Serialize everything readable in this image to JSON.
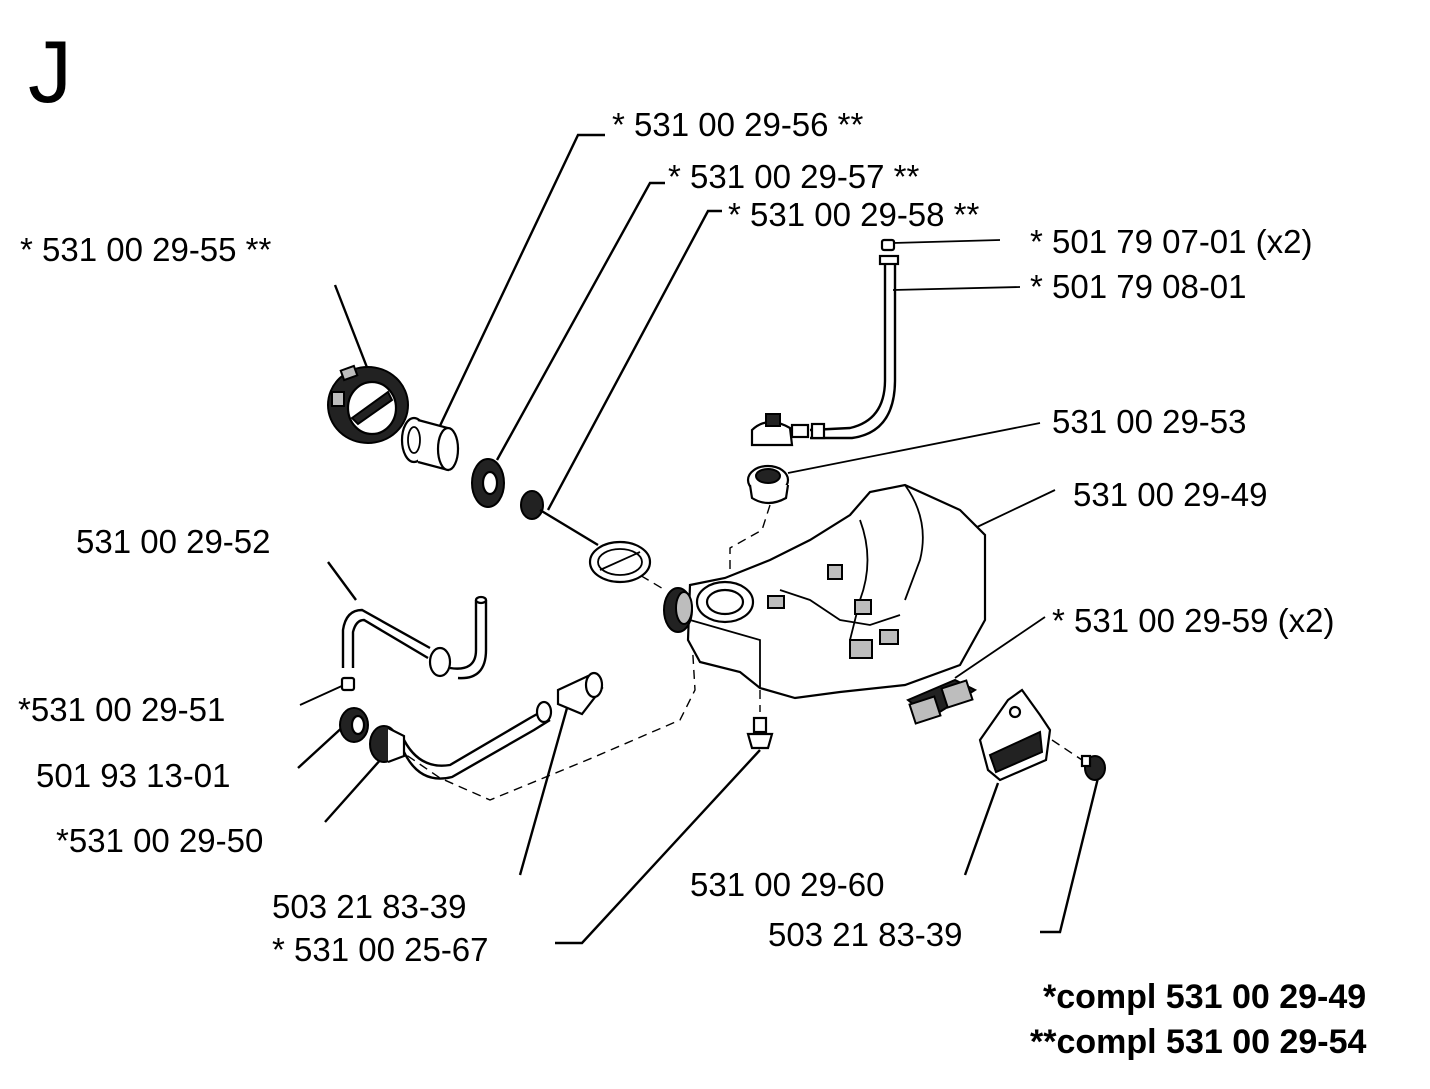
{
  "section_letter": "J",
  "labels": {
    "p56": "* 531 00 29-56 **",
    "p57": "* 531 00 29-57 **",
    "p58": "* 531 00 29-58 **",
    "p55": "* 531 00 29-55 **",
    "p0701": "* 501 79 07-01 (x2)",
    "p0801": "* 501 79 08-01",
    "p53": "531 00 29-53",
    "p49": "531 00 29-49",
    "p52": "531 00 29-52",
    "p59": "* 531 00 29-59 (x2)",
    "p51": "*531 00 29-51",
    "p1301": "501 93 13-01",
    "p50": "*531 00 29-50",
    "p60": "531 00 29-60",
    "p8339a": "503 21 83-39",
    "p8339b": "503 21 83-39",
    "p2567": "* 531 00 25-67"
  },
  "footnotes": {
    "compl1": "*compl 531 00 29-49",
    "compl2": "**compl 531 00 29-54"
  }
}
